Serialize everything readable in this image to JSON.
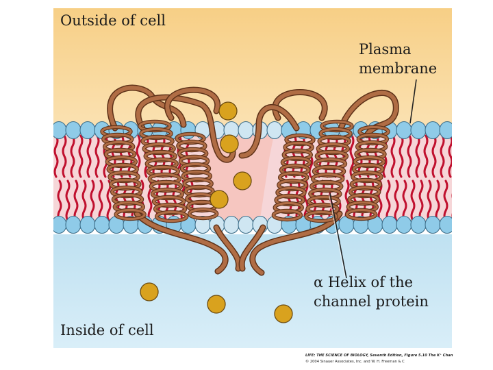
{
  "labels": {
    "outside": "Outside of cell",
    "plasma_line1": "Plasma",
    "plasma_line2": "membrane",
    "helix_line1": "α Helix of the",
    "helix_line2": "channel protein",
    "inside": "Inside of cell"
  },
  "credit": {
    "line1": "LIFE: THE SCIENCE OF BIOLOGY, Seventh Edition, Figure 5.10 The K⁺ Chan",
    "line2": "© 2004 Sinauer Associates, Inc. and W. H. Freeman & C"
  },
  "colors": {
    "outside_top": "#f7cf86",
    "outside_bottom": "#fbe3b6",
    "inside": "#cfe8f4",
    "membrane_core": "#f6d6d8",
    "lipid_head": "#8fcbe8",
    "lipid_tail": "#c0102e",
    "protein": "#b06d45",
    "pore": "#f6c6c0",
    "ion": "#d9a21e"
  }
}
